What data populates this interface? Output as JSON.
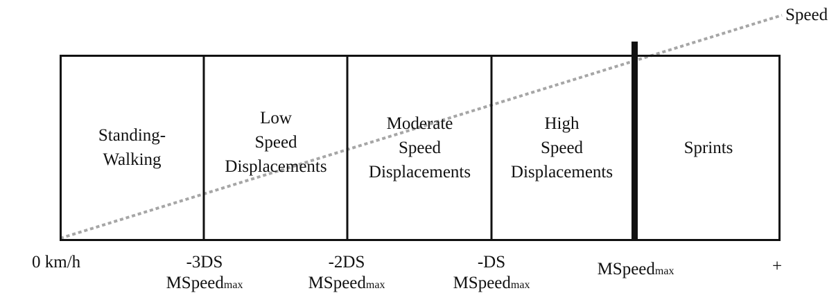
{
  "diagram": {
    "axis_label": "Speed",
    "zones": [
      {
        "lines": [
          "Standing-",
          "Walking"
        ]
      },
      {
        "lines": [
          "Low",
          "Speed",
          "Displacements"
        ]
      },
      {
        "lines": [
          "Moderate",
          "Speed",
          "Displacements"
        ]
      },
      {
        "lines": [
          "High",
          "Speed",
          "Displacements"
        ]
      },
      {
        "lines": [
          "Sprints"
        ]
      }
    ],
    "thresholds": [
      {
        "line1": "0 km/h"
      },
      {
        "line1": "-3DS",
        "line2_main": "MSpeed",
        "line2_sub": "max"
      },
      {
        "line1": "-2DS",
        "line2_main": "MSpeed",
        "line2_sub": "max"
      },
      {
        "line1": "-DS",
        "line2_main": "MSpeed",
        "line2_sub": "max"
      },
      {
        "line1_main": "MSpeed",
        "line1_sub": "max"
      },
      {
        "line1": "+"
      }
    ],
    "colors": {
      "border": "#111111",
      "speed_line": "#a6a6a6"
    }
  }
}
